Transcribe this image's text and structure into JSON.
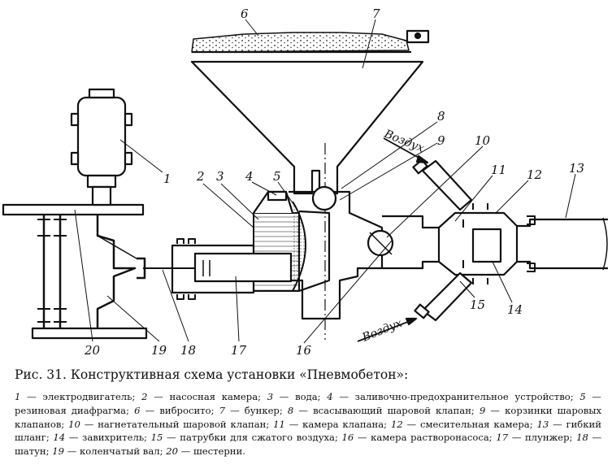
{
  "figure": {
    "caption": "Рис. 31. Конструктивная схема установки «Пневмобетон»:",
    "air_labels": [
      "Воздух",
      "Воздух"
    ],
    "part_numbers": [
      "1",
      "2",
      "3",
      "4",
      "5",
      "6",
      "7",
      "8",
      "9",
      "10",
      "11",
      "12",
      "13",
      "14",
      "15",
      "16",
      "17",
      "18",
      "19",
      "20"
    ],
    "legend": [
      {
        "n": "1",
        "text": "электродвигатель;"
      },
      {
        "n": "2",
        "text": "насосная камера;"
      },
      {
        "n": "3",
        "text": "вода;"
      },
      {
        "n": "4",
        "text": "заливочно-предохранительное устройство;"
      },
      {
        "n": "5",
        "text": "резиновая диафрагма;"
      },
      {
        "n": "6",
        "text": "вибросито;"
      },
      {
        "n": "7",
        "text": "бункер;"
      },
      {
        "n": "8",
        "text": "всасывающий шаровой клапан;"
      },
      {
        "n": "9",
        "text": "корзинки шаровых клапанов;"
      },
      {
        "n": "10",
        "text": "нагнетательный шаровой клапан;"
      },
      {
        "n": "11",
        "text": "камера клапана;"
      },
      {
        "n": "12",
        "text": "смесительная камера;"
      },
      {
        "n": "13",
        "text": "гибкий шланг;"
      },
      {
        "n": "14",
        "text": "завихритель;"
      },
      {
        "n": "15",
        "text": "патрубки для сжатого воздуха;"
      },
      {
        "n": "16",
        "text": "камера растворонасоса;"
      },
      {
        "n": "17",
        "text": "плунжер;"
      },
      {
        "n": "18",
        "text": "шатун;"
      },
      {
        "n": "19",
        "text": "коленчатый вал;"
      },
      {
        "n": "20",
        "text": "шестерни."
      }
    ]
  }
}
